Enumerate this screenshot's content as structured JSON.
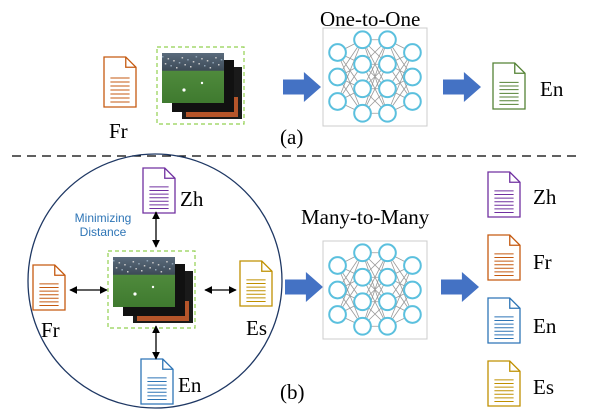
{
  "top": {
    "title": "One-to-One",
    "source_lang": "Fr",
    "target_lang": "En",
    "caption": "(a)"
  },
  "bottom": {
    "title": "Many-to-Many",
    "caption": "(b)",
    "circle_label_line1": "Minimizing",
    "circle_label_line2": "Distance",
    "circle_langs": {
      "top": "Zh",
      "left": "Fr",
      "right": "Es",
      "bottom": "En"
    },
    "output_langs": [
      "Zh",
      "Fr",
      "En",
      "Es"
    ]
  },
  "colors": {
    "zh": "#7030a0",
    "fr": "#c55a11",
    "en": "#2e75b6",
    "es": "#bf9000",
    "en_top": "#548235",
    "arrow": "#4472c4",
    "node": "#5bc0de",
    "dash_box": "#92d050",
    "label_blue": "#2e75b6"
  },
  "icons": {
    "document": "document-icon",
    "image_stack": "video-frames-icon",
    "network": "neural-network-icon",
    "arrow": "right-arrow-icon"
  }
}
